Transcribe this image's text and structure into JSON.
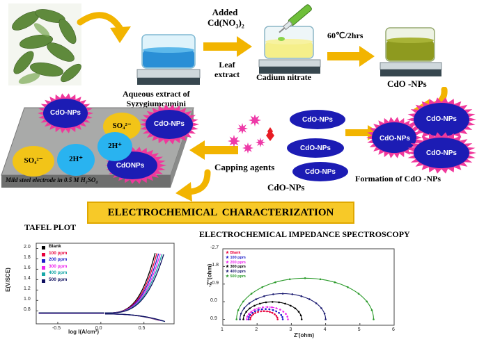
{
  "top": {
    "step_added_line1": "Added",
    "step_added_line2": "Cd(NO",
    "step_added_sub": "3",
    "step_added_close": ")",
    "step_added_sub2": "2",
    "leaf_extract_line1": "Leaf",
    "leaf_extract_line2": "extract",
    "aqueous_line1": "Aqueous extract of",
    "aqueous_line2": "Syzygiumcumini",
    "cadium_nitrate": "Cadium nitrate",
    "heating": "60℃/2hrs",
    "cdo_nps_label": "CdO -NPs"
  },
  "middle": {
    "ellipse_labels": [
      "CdO-NPs",
      "CdO-NPs",
      "CdO-NPs"
    ],
    "capping_agents": "Capping agents",
    "cdo_nps_bottom": "CdO-NPs",
    "formation": "Formation of CdO -NPs",
    "cluster_labels": [
      "CdO-NPs",
      "CdO-NPs",
      "CdO-NPs",
      "CdO-NPs"
    ],
    "steel_label": "Mild steel electrode in 0.5 M H₂SO₄",
    "steel_np_labels": [
      "CdO-NPs",
      "CdO-NPs",
      "CdONPs"
    ],
    "ion_so4_a": "SO₄²⁻",
    "ion_so4_b": "SO₄²⁻",
    "ion_2h_a": "2H⁺",
    "ion_2h_b": "2H⁺"
  },
  "banner": "ELECTROCHEMICAL  CHARACTERIZATION",
  "tafel": {
    "title": "TAFEL PLOT",
    "xlabel": "log I(A/cm²)",
    "ylabel": "E(V/SCE)",
    "yticks": [
      "2.0",
      "1.8",
      "1.6",
      "1.4",
      "1.2",
      "1.0",
      "0.8"
    ],
    "xticks": [
      "-0.5",
      "0.0",
      "0.5"
    ],
    "legend": [
      {
        "name": "Blank",
        "color": "#000000"
      },
      {
        "name": "100 ppm",
        "color": "#e8003c"
      },
      {
        "name": "200 ppm",
        "color": "#1c1cc8"
      },
      {
        "name": "300 ppm",
        "color": "#ee22ee"
      },
      {
        "name": "400 ppm",
        "color": "#18a8a8"
      },
      {
        "name": "500 ppm",
        "color": "#101060"
      }
    ]
  },
  "eis": {
    "title": "ELECTROCHEMICAL  IMPEDANCE  SPECTROSCOPY",
    "xlabel": "Z'(ohm)",
    "ylabel": "-Z\"(ohm)",
    "yticks": [
      "-2.7",
      "-1.8",
      "-0.9",
      "0.0",
      "0.9"
    ],
    "xticks": [
      "1",
      "2",
      "3",
      "4",
      "5",
      "6"
    ],
    "legend": [
      {
        "name": "Blank",
        "color": "#e8003c"
      },
      {
        "name": "100 ppm",
        "color": "#1c1cc8"
      },
      {
        "name": "200 ppm",
        "color": "#ee22ee"
      },
      {
        "name": "300 ppm",
        "color": "#000000"
      },
      {
        "name": "400 ppm",
        "color": "#1a1a70"
      },
      {
        "name": "500 ppm",
        "color": "#2a9a2a"
      }
    ]
  }
}
